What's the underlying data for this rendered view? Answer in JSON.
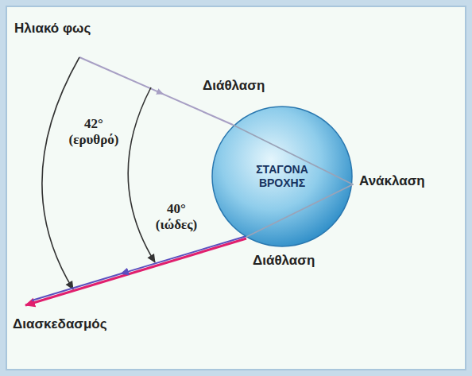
{
  "diagram": {
    "nodes": [
      {
        "text": [
          "ΣΤΑΓΟΝΑ ΒΡΟΧΗΣ"
        ]
      }
    ],
    "labels": [
      "Ηλιακό φως",
      "Διάθλαση",
      "Ανάκλαση",
      "42° (ερυθρό)",
      "40° (ιώδες)",
      "Διάθλαση",
      "Διασκεδασμός"
    ]
  }
}
